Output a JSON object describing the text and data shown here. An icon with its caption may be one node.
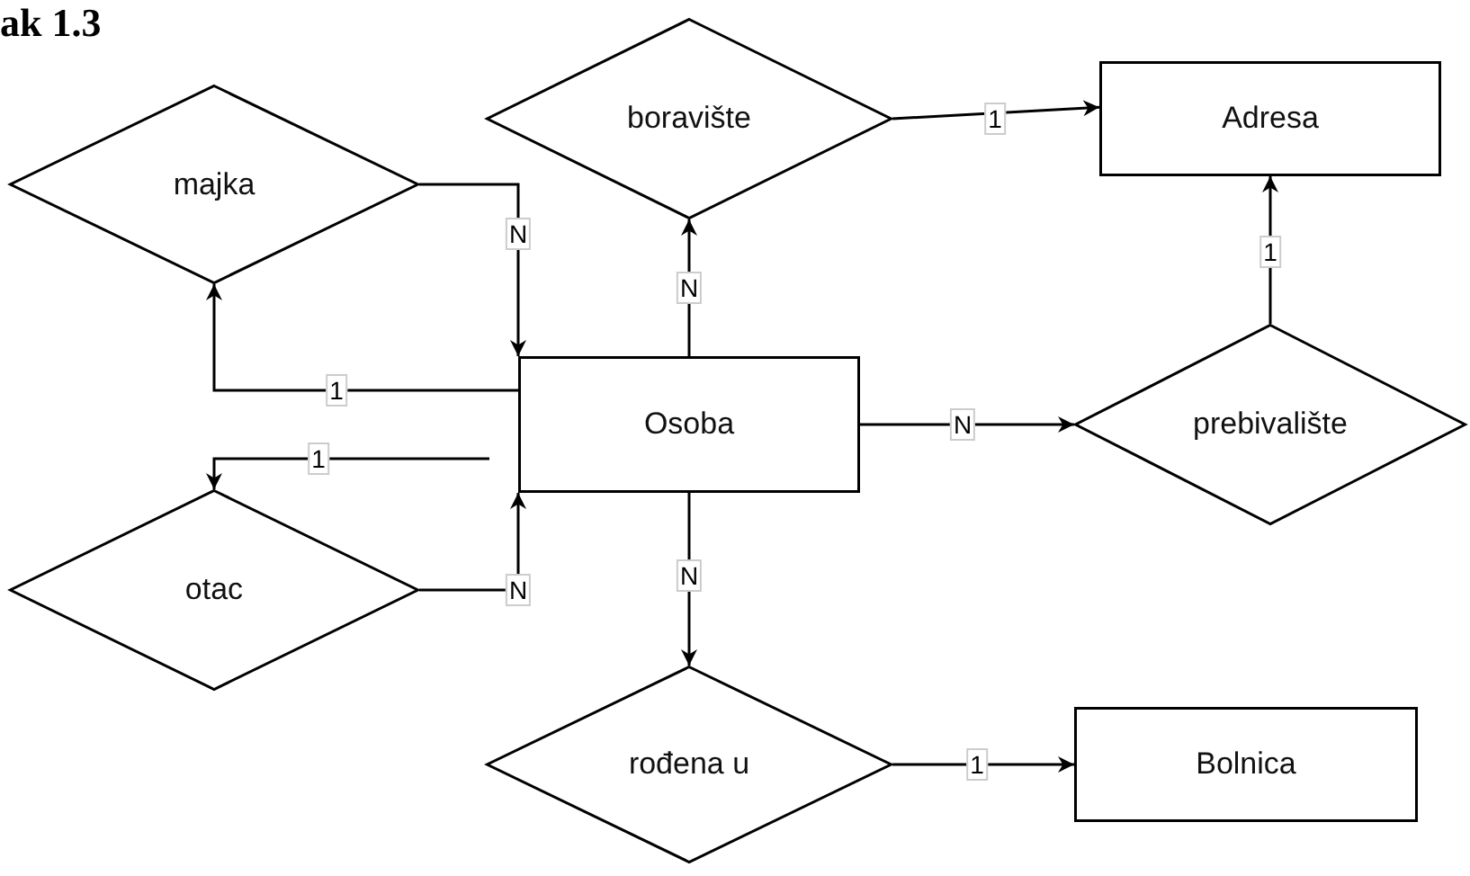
{
  "diagram": {
    "nodes": [
      {
        "text": [
          "boravište"
        ]
      },
      {
        "text": [
          "Adresa"
        ]
      },
      {
        "text": [
          "majka"
        ]
      },
      {
        "text": [
          "Osoba"
        ]
      },
      {
        "text": [
          "prebivalište"
        ]
      },
      {
        "text": [
          "otac"
        ]
      },
      {
        "text": [
          "rođena u"
        ]
      },
      {
        "text": [
          "Bolnica"
        ]
      }
    ],
    "edges": [
      {
        "from": 2,
        "to": 3,
        "arrow": "to",
        "label": "N"
      },
      {
        "from": 3,
        "to": 2,
        "arrow": "to",
        "label": "1"
      },
      {
        "from": null,
        "to": 5,
        "arrow": "to",
        "label": "1"
      },
      {
        "from": 5,
        "to": 3,
        "arrow": "to",
        "label": "N"
      },
      {
        "from": 3,
        "to": 0,
        "arrow": "to",
        "label": "N"
      },
      {
        "from": 0,
        "to": 1,
        "arrow": "to",
        "label": "1"
      },
      {
        "from": 3,
        "to": 4,
        "arrow": "to",
        "label": "N"
      },
      {
        "from": 4,
        "to": 1,
        "arrow": "to",
        "label": "1"
      },
      {
        "from": 3,
        "to": 6,
        "arrow": "to",
        "label": "N"
      },
      {
        "from": 6,
        "to": 7,
        "arrow": "to",
        "label": "1"
      }
    ],
    "labels": [
      "ak 1.3"
    ]
  }
}
